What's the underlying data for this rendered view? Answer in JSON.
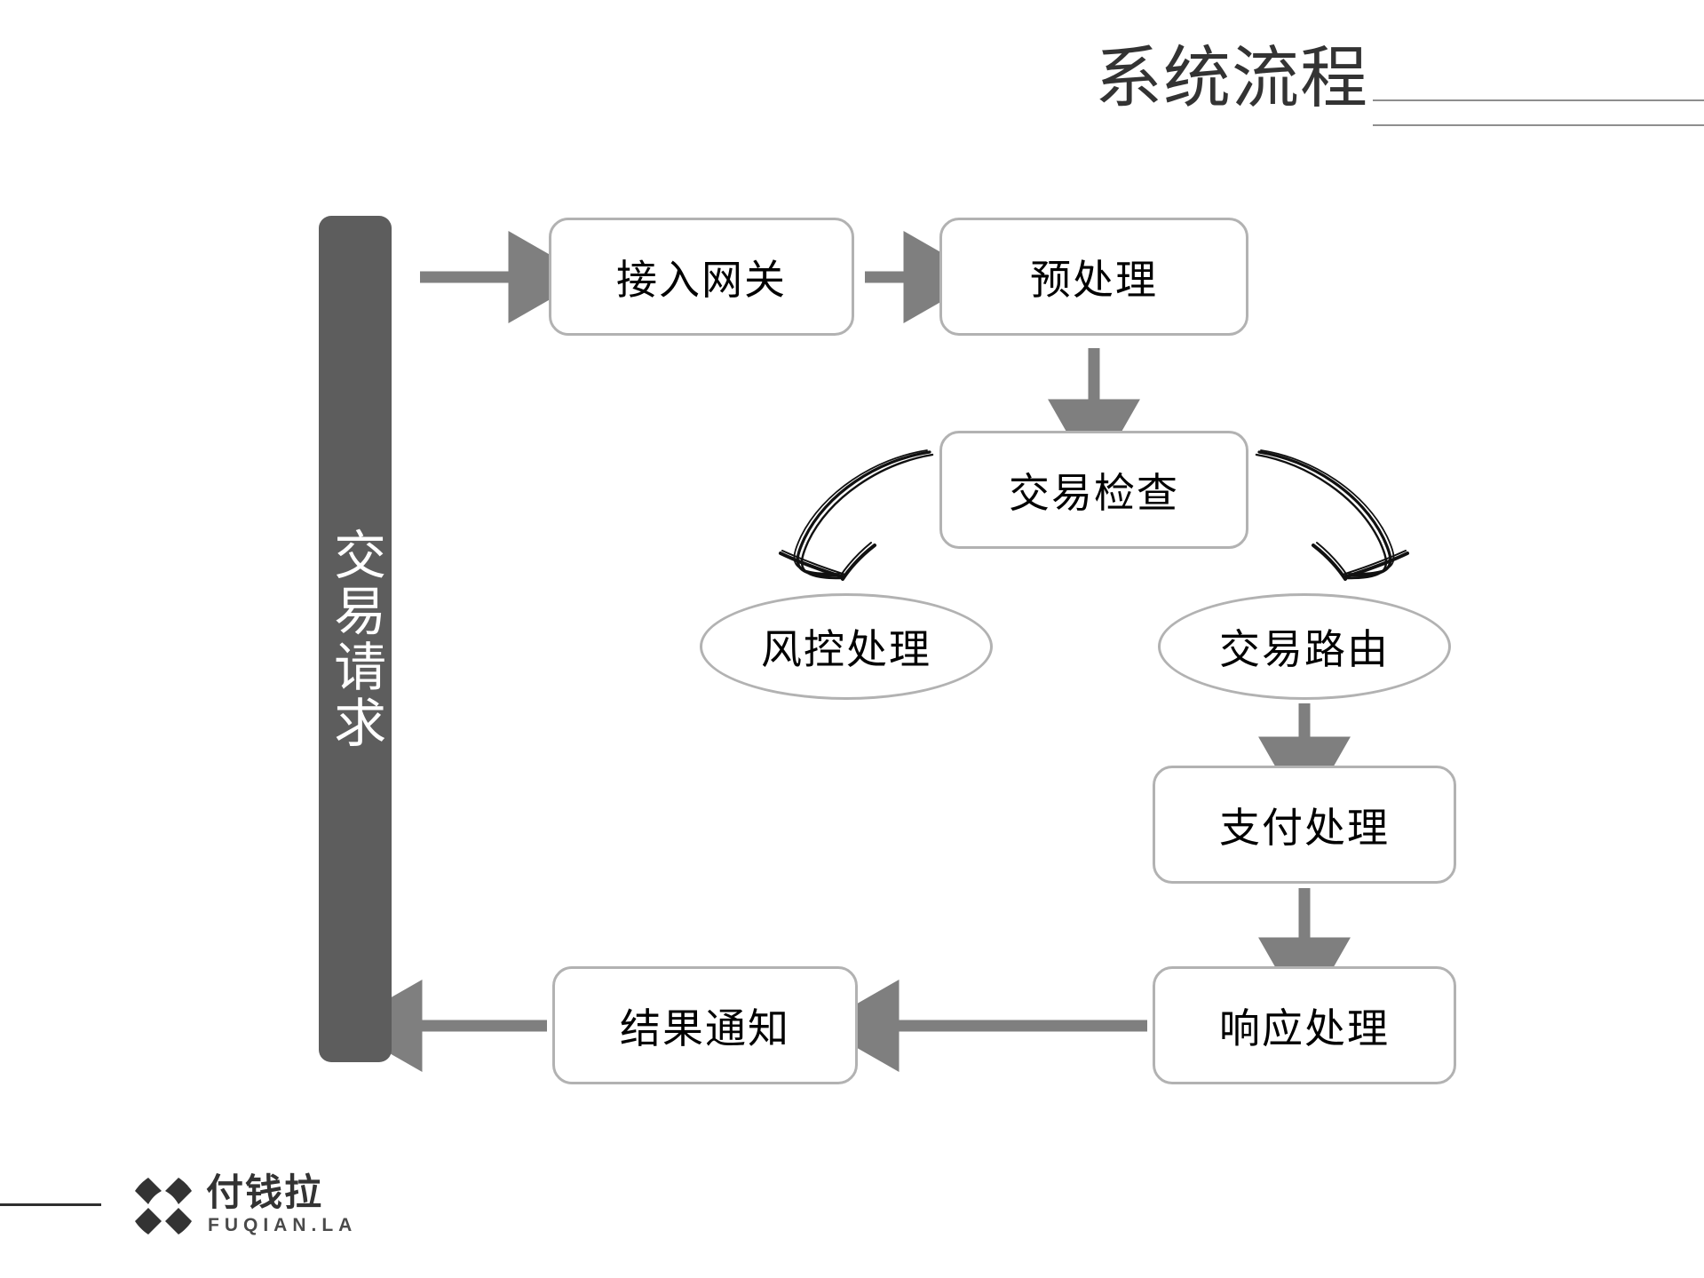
{
  "slide": {
    "title": "系统流程",
    "background_color": "#ffffff"
  },
  "colors": {
    "bar_fill": "#5d5d5d",
    "node_border": "#b2b2b2",
    "arrow_grey": "#7f7f7f",
    "arrow_sketch": "#111111",
    "title_text": "#333333",
    "rule": "#8e8e8e",
    "footer_rule": "#2f2f2f"
  },
  "swimlane": {
    "label": "交易请求"
  },
  "nodes": {
    "gateway": {
      "label": "接入网关",
      "shape": "rounded-rect"
    },
    "preprocess": {
      "label": "预处理",
      "shape": "rounded-rect"
    },
    "check": {
      "label": "交易检查",
      "shape": "rounded-rect"
    },
    "risk": {
      "label": "风控处理",
      "shape": "ellipse"
    },
    "route": {
      "label": "交易路由",
      "shape": "ellipse"
    },
    "pay": {
      "label": "支付处理",
      "shape": "rounded-rect"
    },
    "response": {
      "label": "响应处理",
      "shape": "rounded-rect"
    },
    "notify": {
      "label": "结果通知",
      "shape": "rounded-rect"
    }
  },
  "edges": [
    {
      "from": "交易请求",
      "to": "接入网关",
      "style": "straight-arrow",
      "direction": "right"
    },
    {
      "from": "接入网关",
      "to": "预处理",
      "style": "straight-arrow",
      "direction": "right"
    },
    {
      "from": "预处理",
      "to": "交易检查",
      "style": "straight-arrow",
      "direction": "down"
    },
    {
      "from": "交易检查",
      "to": "风控处理",
      "style": "sketch-curved-arrow",
      "direction": "down-left"
    },
    {
      "from": "交易检查",
      "to": "交易路由",
      "style": "sketch-curved-arrow",
      "direction": "down-right"
    },
    {
      "from": "交易路由",
      "to": "支付处理",
      "style": "straight-arrow",
      "direction": "down"
    },
    {
      "from": "支付处理",
      "to": "响应处理",
      "style": "straight-arrow",
      "direction": "down"
    },
    {
      "from": "响应处理",
      "to": "结果通知",
      "style": "straight-arrow",
      "direction": "left"
    },
    {
      "from": "结果通知",
      "to": "交易请求",
      "style": "straight-arrow",
      "direction": "left"
    }
  ],
  "footer": {
    "logo_cn": "付钱拉",
    "logo_en": "FUQIAN.LA",
    "logo_mark": "four-diamond-logo-icon"
  }
}
